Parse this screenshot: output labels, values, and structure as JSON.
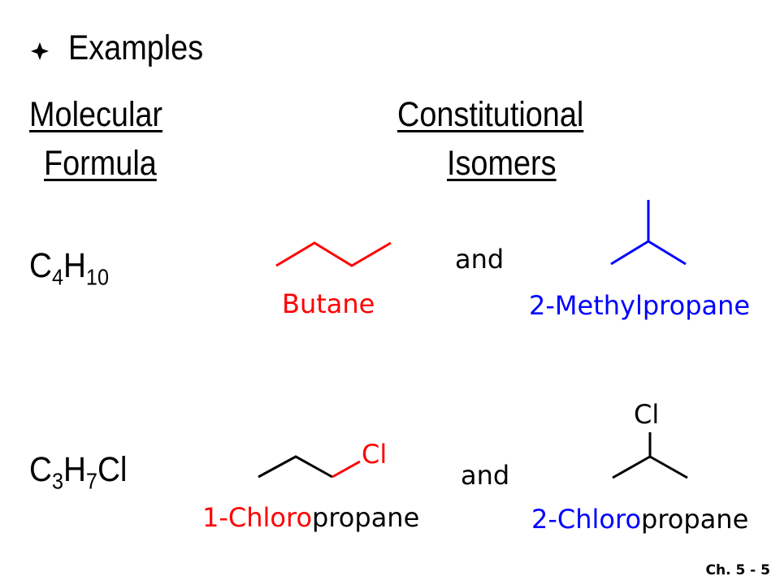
{
  "bullet": {
    "icon": "diamond-bullet-icon",
    "text": "Examples"
  },
  "headers": {
    "molecular_formula": [
      "Molecular",
      "Formula"
    ],
    "constitutional_isomers": [
      "Constitutional",
      "Isomers"
    ]
  },
  "rows": [
    {
      "formula": {
        "e1": "C",
        "n1": "4",
        "e2": "H",
        "n2": "10",
        "e3": ""
      },
      "connector": "and",
      "isomer1": {
        "label": "Butane",
        "substituent": ""
      },
      "isomer2": {
        "label_prefix": "",
        "label_rest": "2-Methylpropane",
        "substituent": ""
      }
    },
    {
      "formula": {
        "e1": "C",
        "n1": "3",
        "e2": "H",
        "n2": "7",
        "e3": "Cl"
      },
      "connector": "and",
      "isomer1": {
        "label_prefix": "1-Chloro",
        "label_rest": "propane",
        "substituent": "Cl"
      },
      "isomer2": {
        "label_prefix": "2-Chloro",
        "label_rest": "propane",
        "substituent": "Cl"
      }
    }
  ],
  "colors": {
    "butane": "#ff0000",
    "methylpropane": "#0000ff",
    "chloro_1": "#ff0000",
    "chloro_2": "#0000ff",
    "text": "#000000"
  },
  "footer": {
    "slide_number": "Ch. 5 - 5"
  }
}
